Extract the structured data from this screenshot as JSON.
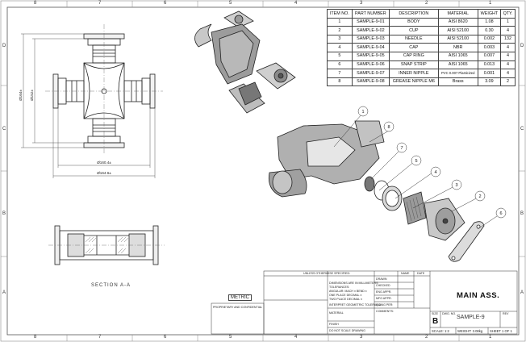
{
  "bom": {
    "headers": [
      "ITEM NO.",
      "PART NUMBER",
      "DESCRIPTION",
      "MATERIAL",
      "WEIGHT",
      "QTY."
    ],
    "rows": [
      [
        "1",
        "SAMPLE-9-01",
        "BODY",
        "AISI 8620",
        "1.08",
        "1"
      ],
      [
        "2",
        "SAMPLE-9-02",
        "CUP",
        "AISI 52100",
        "0.30",
        "4"
      ],
      [
        "3",
        "SAMPLE-9-03",
        "NEEDLE",
        "AISI 52100",
        "0.002",
        "132"
      ],
      [
        "4",
        "SAMPLE-9-04",
        "CAP",
        "NBR",
        "0.003",
        "4"
      ],
      [
        "5",
        "SAMPLE-9-05",
        "CAP RING",
        "AISI 1065",
        "0.007",
        "4"
      ],
      [
        "6",
        "SAMPLE-9-06",
        "SNAP STRIP",
        "AISI 1065",
        "0.013",
        "4"
      ],
      [
        "7",
        "SAMPLE-9-07",
        "INNER NIPPLE",
        "PVC 0.007 Plasticized",
        "0.001",
        "4"
      ],
      [
        "8",
        "SAMPLE-9-08",
        "GREASE NIPPLE M6",
        "Brass",
        "3.09",
        "2"
      ]
    ]
  },
  "dimensions": {
    "height_overall": "Ø164±",
    "height_inner": "Ø152±",
    "width_inner": "Ø160.4±",
    "width_overall": "Ø164.6±"
  },
  "section_label": "SECTION A-A",
  "metric_label": "METRIC",
  "balloons": [
    "1",
    "8",
    "7",
    "5",
    "4",
    "3",
    "2",
    "6"
  ],
  "zones": {
    "columns": [
      "8",
      "7",
      "6",
      "5",
      "4",
      "3",
      "2",
      "1"
    ],
    "rows": [
      "D",
      "C",
      "B",
      "A"
    ]
  },
  "title_block": {
    "drawing_title": "MAIN ASS.",
    "dwg_no": "SAMPLE-9",
    "size": "B",
    "size_label": "SIZE",
    "dwg_no_label": "DWG. NO.",
    "rev_label": "REV",
    "scale": "SCALE: 1:2",
    "weight": "WEIGHT: 3.08kg",
    "sheet": "SHEET 1 OF 1",
    "proprietary": "PROPRIETARY AND CONFIDENTIAL",
    "unless_specified": "UNLESS OTHERWISE SPECIFIED:",
    "row_labels": [
      "NAME",
      "DATE",
      "DRAWN",
      "CHECKED",
      "ENG APPR.",
      "MFG APPR.",
      "Q.A.",
      "COMMENTS:"
    ],
    "notes": [
      "DIMENSIONS ARE IN MILLIMETERS",
      "TOLERANCES:",
      "ANGULAR: MACH ± BEND ±",
      "ONE PLACE DECIMAL ±",
      "TWO PLACE DECIMAL ±",
      "INTERPRET GEOMETRIC TOLERANCING PER:",
      "MATERIAL",
      "FINISH",
      "DO NOT SCALE DRAWING"
    ]
  }
}
